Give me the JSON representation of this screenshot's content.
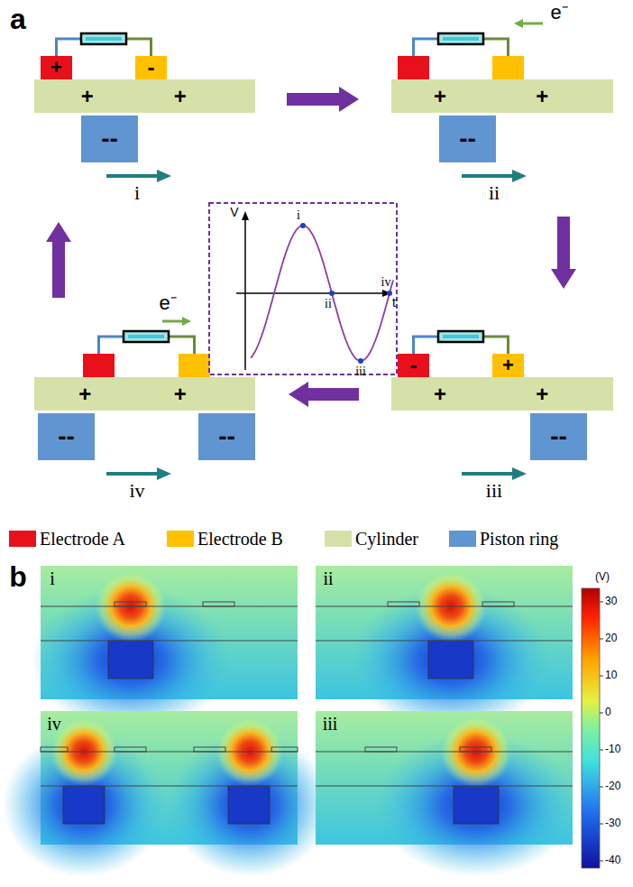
{
  "diagram": {
    "nodes": [
      {
        "text": [
          "+"
        ]
      },
      {
        "text": [
          "-"
        ]
      },
      {
        "text": [
          "+",
          "+"
        ]
      },
      {
        "text": [
          "--"
        ]
      },
      {
        "text": [
          "+",
          "+"
        ]
      },
      {
        "text": [
          "--"
        ]
      },
      {
        "text": [
          "-"
        ]
      },
      {
        "text": [
          "+"
        ]
      },
      {
        "text": [
          "+",
          "+"
        ]
      },
      {
        "text": [
          "--"
        ]
      },
      {
        "text": [
          "+",
          "+"
        ]
      },
      {
        "text": [
          "--"
        ]
      },
      {
        "text": [
          "--"
        ]
      }
    ],
    "edges": [
      {
        "from": 0,
        "to": 1,
        "arrow": "none"
      },
      {
        "from": 6,
        "to": 7,
        "arrow": "none"
      }
    ],
    "labels": [
      "a",
      "i",
      "e⁻",
      "ii",
      "iii",
      "e⁻",
      "iv",
      "V",
      "t",
      "i",
      "ii",
      "iii",
      "iv",
      "b",
      "i",
      "ii",
      "iv",
      "iii",
      "(V)",
      "30",
      "20",
      "10",
      "0",
      "-10",
      "-20",
      "-30",
      "-40"
    ],
    "legend": [
      {
        "text": "Electrode A",
        "color": "#e8101a"
      },
      {
        "text": "Electrode B",
        "color": "#ffc000"
      },
      {
        "text": "Cylinder",
        "color": "#d5e1a8"
      },
      {
        "text": "Piston ring",
        "color": "#5f95d0"
      }
    ]
  }
}
